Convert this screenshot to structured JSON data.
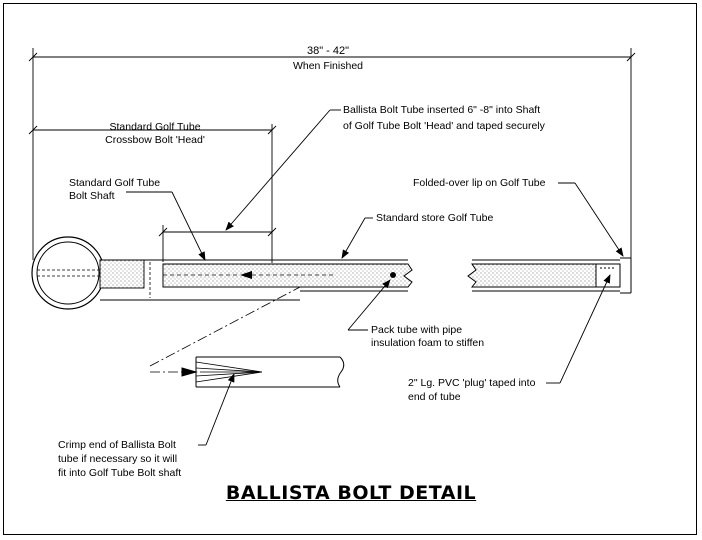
{
  "title": "BALLISTA BOLT DETAIL",
  "dimensions": {
    "overall_length": "38\" - 42\"",
    "overall_length_note": "When Finished",
    "head_label_line1": "Standard Golf Tube",
    "head_label_line2": "Crossbow Bolt 'Head'"
  },
  "callouts": {
    "shaft_line1": "Standard Golf Tube",
    "shaft_line2": "Bolt Shaft",
    "insert_line1": "Ballista Bolt Tube inserted 6\" -8\" into Shaft",
    "insert_line2": "of Golf Tube Bolt 'Head' and taped securely",
    "standard_tube": "Standard store Golf Tube",
    "folded_lip": "Folded-over lip on Golf Tube",
    "pack_line1": "Pack tube with pipe",
    "pack_line2": "insulation foam to stiffen",
    "plug_line1": "2\" Lg. PVC 'plug' taped into",
    "plug_line2": "end of tube",
    "crimp_line1": "Crimp end of Ballista Bolt",
    "crimp_line2": "tube if necessary so it will",
    "crimp_line3": "fit into Golf Tube Bolt shaft"
  }
}
